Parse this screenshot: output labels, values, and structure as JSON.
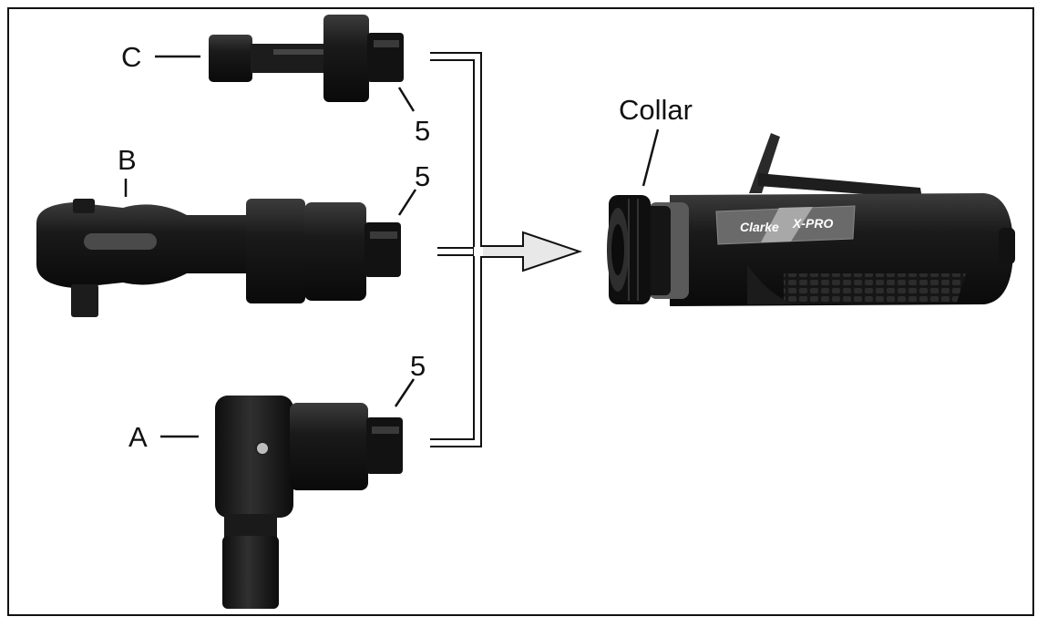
{
  "labels": {
    "c": "C",
    "b": "B",
    "a": "A",
    "num_c": "5",
    "num_b": "5",
    "num_a": "5",
    "collar": "Collar"
  },
  "brand_badge": {
    "left": "Clarke",
    "right": "X-PRO"
  },
  "parts": {
    "a": "right-angle-attachment",
    "b": "ratchet-head-attachment",
    "c": "extension-attachment"
  },
  "colors": {
    "tool_body": "#141414",
    "highlight": "#3a3a3a",
    "outline": "#111111",
    "badge": "#6a6a6a"
  }
}
